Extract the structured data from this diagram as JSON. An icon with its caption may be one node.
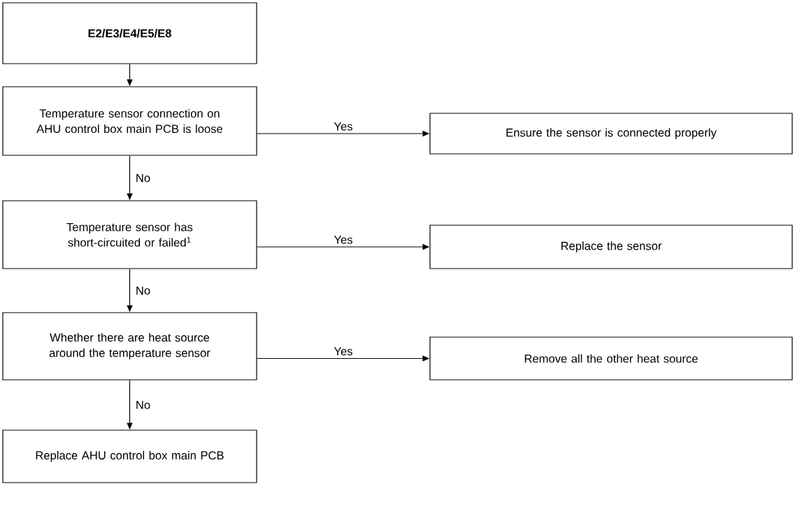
{
  "diagram": {
    "nodes": [
      {
        "text": [
          "**E2/E3/E4/E5/E8**"
        ]
      },
      {
        "text": [
          "Temperature sensor connection on AHU control box main PCB is loose"
        ]
      },
      {
        "text": [
          "Ensure the sensor is connected properly"
        ]
      },
      {
        "text": [
          "Temperature sensor has short-circuited or failed$^{1}$"
        ]
      },
      {
        "text": [
          "Replace the sensor"
        ]
      },
      {
        "text": [
          "Whether there are heat source around the temperature sensor"
        ]
      },
      {
        "text": [
          "Remove all the other heat source"
        ]
      },
      {
        "text": [
          "Replace AHU control box main PCB"
        ]
      }
    ],
    "edges": [
      {
        "from": 0,
        "to": 1,
        "arrow": "to"
      },
      {
        "from": 1,
        "to": 2,
        "arrow": "to",
        "label": "Yes"
      },
      {
        "from": 1,
        "to": 3,
        "arrow": "to",
        "label": "No"
      },
      {
        "from": 3,
        "to": 4,
        "arrow": "to",
        "label": "Yes"
      },
      {
        "from": 3,
        "to": 5,
        "arrow": "to",
        "label": "No"
      },
      {
        "from": 5,
        "to": 6,
        "arrow": "to",
        "label": "Yes"
      },
      {
        "from": 5,
        "to": 7,
        "arrow": "to",
        "label": "No"
      }
    ]
  }
}
